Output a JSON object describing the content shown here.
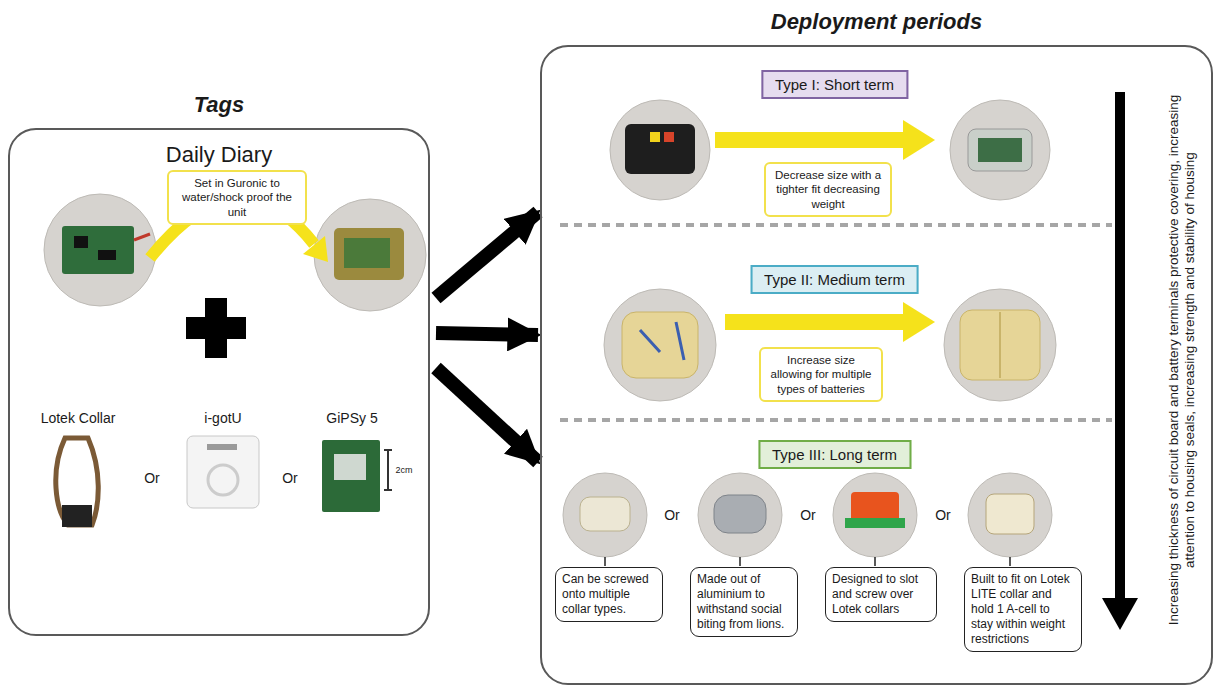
{
  "diagram": {
    "nodes": [
      {
        "text": [
          "Tags",
          "Daily Diary"
        ]
      },
      {
        "text": [
          "Set in Guronic to water/shock proof the unit"
        ],
        "in": 0
      },
      {
        "text": [
          "Deployment periods"
        ]
      },
      {
        "text": [
          "Type I: Short term"
        ],
        "in": 2
      },
      {
        "text": [
          "Decrease size with a tighter fit decreasing weight"
        ],
        "in": 3
      },
      {
        "text": [
          "Type II: Medium term"
        ],
        "in": 2
      },
      {
        "text": [
          "Increase size allowing for multiple types of batteries"
        ],
        "in": 5
      },
      {
        "text": [
          "Type III: Long term"
        ],
        "in": 2
      },
      {
        "text": [
          "Can be screwed onto multiple collar types."
        ],
        "in": 7
      },
      {
        "text": [
          "Made out of aluminium to withstand social biting from lions."
        ],
        "in": 7
      },
      {
        "text": [
          "Designed to slot and screw over Lotek collars"
        ],
        "in": 7
      },
      {
        "text": [
          "Built to fit on Lotek LITE collar and hold 1 A-cell to stay within weight restrictions"
        ],
        "in": 7
      }
    ],
    "edges": [
      {
        "from": 0,
        "to": 3,
        "arrow": "to"
      },
      {
        "from": 0,
        "to": 5,
        "arrow": "to"
      },
      {
        "from": 0,
        "to": 7,
        "arrow": "to"
      }
    ],
    "labels": [
      "Lotek Collar",
      "Or",
      "i-gotU",
      "Or",
      "GiPSy 5",
      "2cm",
      "Or",
      "Or",
      "Or",
      "Increasing thickness of circuit board and battery terminals protective covering, increasing attention to housing seals, increasing strength and stability of housing"
    ]
  }
}
